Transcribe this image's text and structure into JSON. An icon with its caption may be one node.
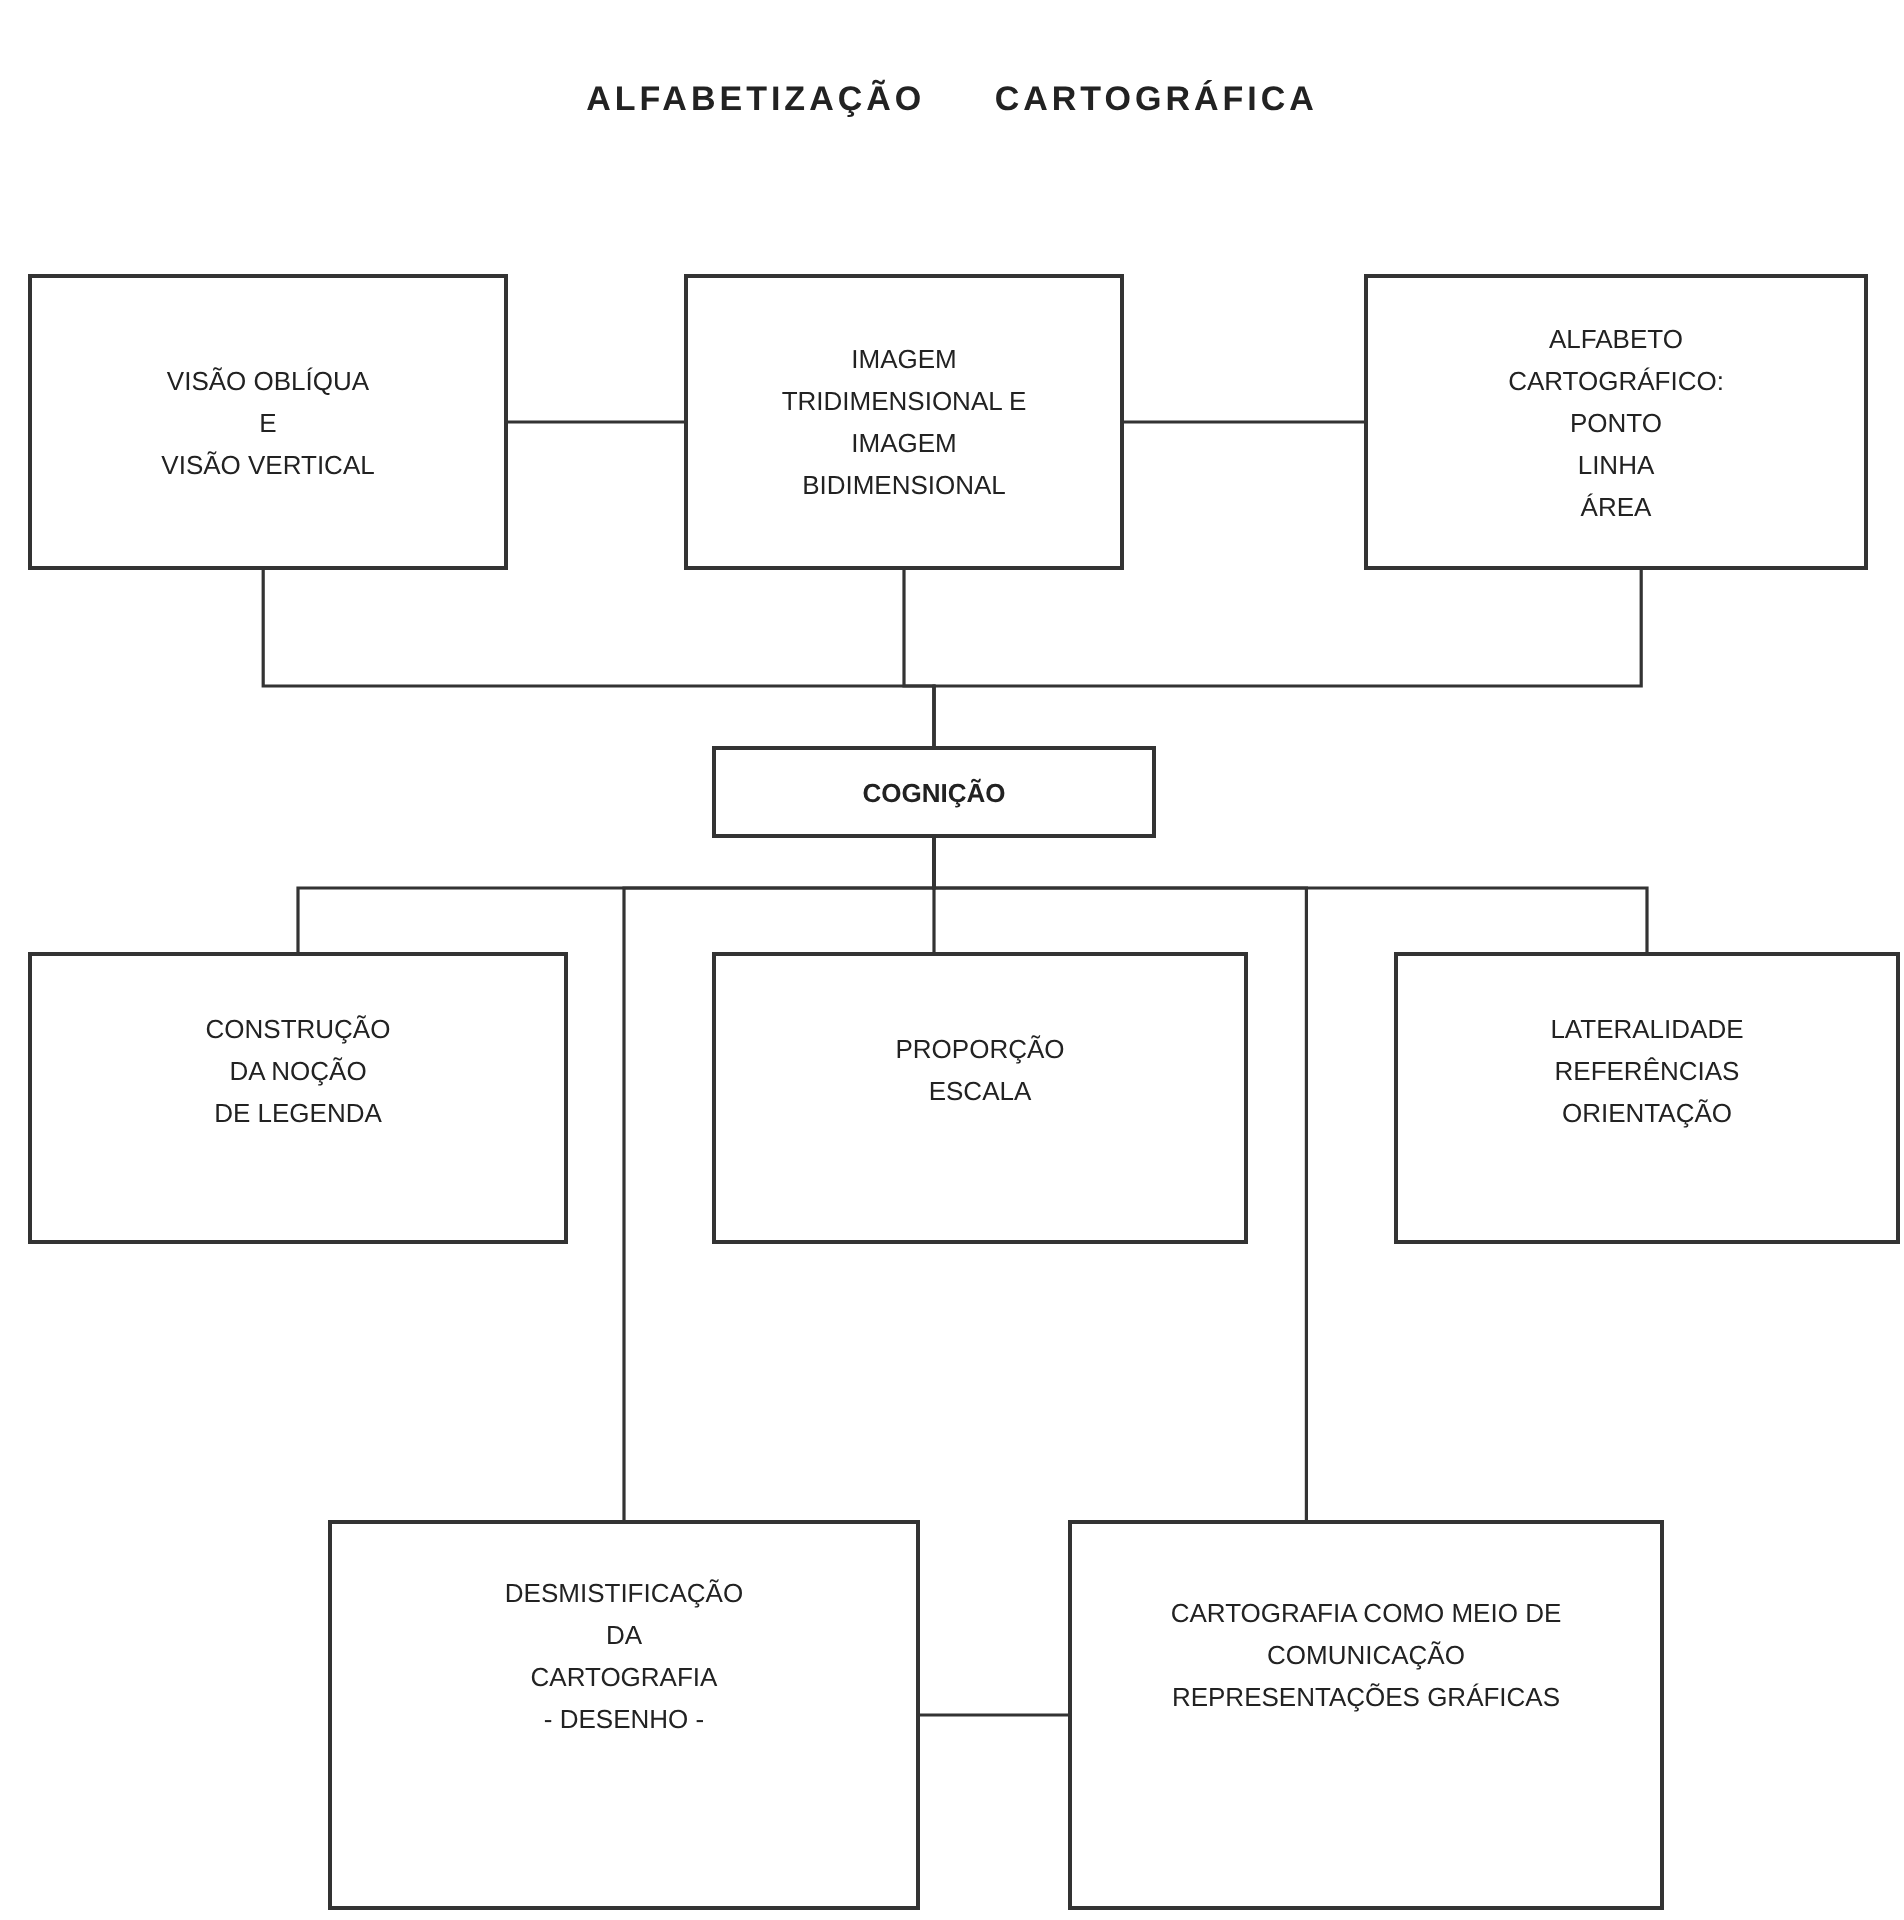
{
  "diagram": {
    "title": "ALFABETIZAÇÃO CARTOGRÁFICA",
    "nodes": [
      {
        "text": [
          "VISÃO OBLÍQUA",
          "E",
          "VISÃO VERTICAL"
        ]
      },
      {
        "text": [
          "IMAGEM TRIDIMENSIONAL E IMAGEM BIDIMENSIONAL"
        ]
      },
      {
        "text": [
          "ALFABETO CARTOGRÁFICO:",
          "PONTO",
          "LINHA",
          "ÁREA"
        ]
      },
      {
        "text": [
          "COGNIÇÃO"
        ]
      },
      {
        "text": [
          "CONSTRUÇÃO",
          "DA NOÇÃO",
          "DE LEGENDA"
        ]
      },
      {
        "text": [
          "PROPORÇÃO",
          "ESCALA"
        ]
      },
      {
        "text": [
          "LATERALIDADE",
          "REFERÊNCIAS",
          "ORIENTAÇÃO"
        ]
      },
      {
        "text": [
          "DESMISTIFICAÇÃO",
          "DA",
          "CARTOGRAFIA",
          "- DESENHO -"
        ]
      },
      {
        "text": [
          "CARTOGRAFIA COMO MEIO DE COMUNICAÇÃO",
          "REPRESENTAÇÕES GRÁFICAS"
        ]
      }
    ],
    "edges": [
      {
        "from": 0,
        "to": 1,
        "arrow": "none"
      },
      {
        "from": 1,
        "to": 2,
        "arrow": "none"
      },
      {
        "from": 0,
        "to": 3,
        "arrow": "none"
      },
      {
        "from": 1,
        "to": 3,
        "arrow": "none"
      },
      {
        "from": 2,
        "to": 3,
        "arrow": "none"
      },
      {
        "from": 3,
        "to": 4,
        "arrow": "none"
      },
      {
        "from": 3,
        "to": 5,
        "arrow": "none"
      },
      {
        "from": 3,
        "to": 6,
        "arrow": "none"
      },
      {
        "from": 3,
        "to": 7,
        "arrow": "none"
      },
      {
        "from": 3,
        "to": 8,
        "arrow": "none"
      },
      {
        "from": 7,
        "to": 8,
        "arrow": "none"
      }
    ]
  }
}
